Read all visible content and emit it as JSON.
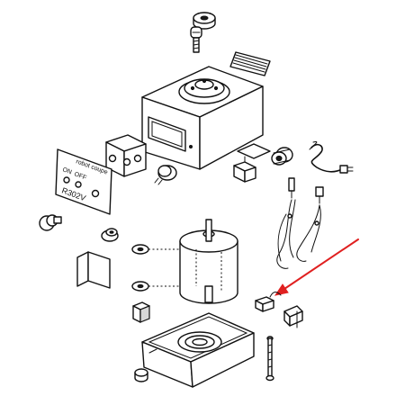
{
  "diagram": {
    "type": "exploded-parts-view",
    "panel_labels": {
      "brand": "robot coupe",
      "on": "ON",
      "off": "OFF",
      "model": "R302V"
    },
    "arrow_color": "#e02020",
    "line_color": "#111111",
    "background": "#ffffff"
  }
}
